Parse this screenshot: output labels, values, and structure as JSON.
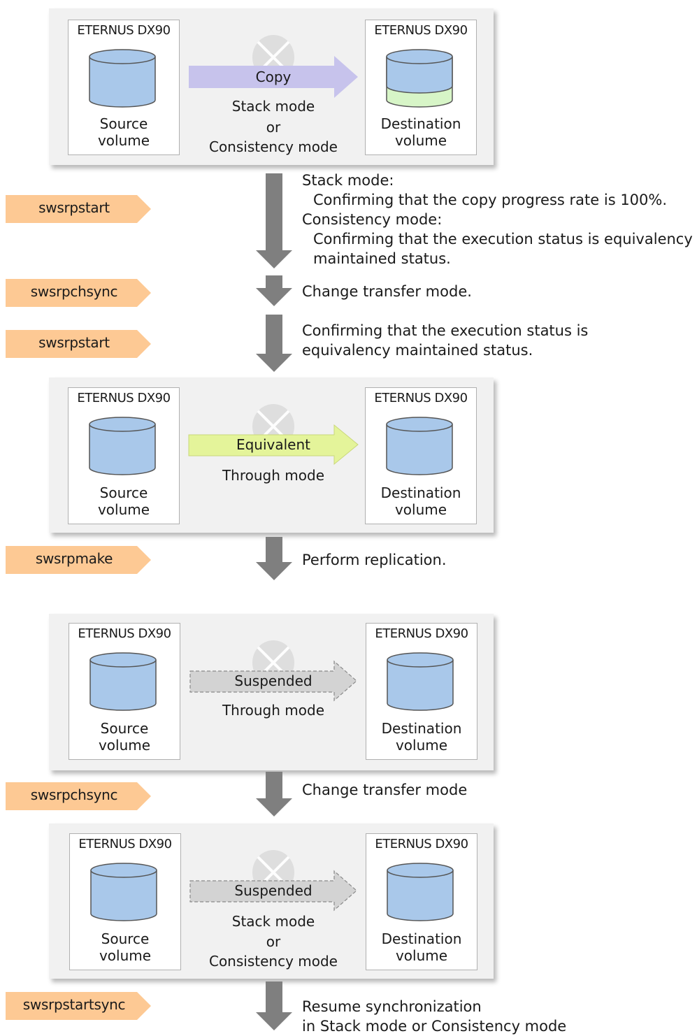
{
  "panels": [
    {
      "left_box": {
        "title": "ETERNUS DX90",
        "label_line1": "Source",
        "label_line2": "volume"
      },
      "right_box": {
        "title": "ETERNUS DX90",
        "label_line1": "Destination",
        "label_line2": "volume",
        "partial_fill": true
      },
      "arrow": {
        "label": "Copy",
        "style": "solid",
        "color": "#c7c3ec"
      },
      "mode_lines": [
        "Stack mode",
        "or",
        "Consistency mode"
      ]
    },
    {
      "left_box": {
        "title": "ETERNUS DX90",
        "label_line1": "Source",
        "label_line2": "volume"
      },
      "right_box": {
        "title": "ETERNUS DX90",
        "label_line1": "Destination",
        "label_line2": "volume"
      },
      "arrow": {
        "label": "Equivalent",
        "style": "solid",
        "color": "#e4f49a"
      },
      "mode_lines": [
        "Through mode"
      ]
    },
    {
      "left_box": {
        "title": "ETERNUS DX90",
        "label_line1": "Source",
        "label_line2": "volume"
      },
      "right_box": {
        "title": "ETERNUS DX90",
        "label_line1": "Destination",
        "label_line2": "volume"
      },
      "arrow": {
        "label": "Suspended",
        "style": "dashed",
        "color": "#d3d3d3"
      },
      "mode_lines": [
        "Through mode"
      ]
    },
    {
      "left_box": {
        "title": "ETERNUS DX90",
        "label_line1": "Source",
        "label_line2": "volume"
      },
      "right_box": {
        "title": "ETERNUS DX90",
        "label_line1": "Destination",
        "label_line2": "volume"
      },
      "arrow": {
        "label": "Suspended",
        "style": "dashed",
        "color": "#d3d3d3"
      },
      "mode_lines": [
        "Stack mode",
        "or",
        "Consistency mode"
      ]
    }
  ],
  "steps": [
    {
      "command": "swsrpstart",
      "text": [
        "Stack mode:",
        "Confirming that the copy progress rate is 100%.",
        "Consistency mode:",
        "Confirming that the execution status is equivalency",
        "maintained status."
      ]
    },
    {
      "command": "swsrpchsync",
      "text": [
        "Change transfer mode."
      ]
    },
    {
      "command": "swsrpstart",
      "text": [
        "Confirming that the execution status is",
        "equivalency maintained status."
      ]
    },
    {
      "command": "swsrpmake",
      "text": [
        "Perform replication."
      ]
    },
    {
      "command": "swsrpchsync",
      "text": [
        "Change transfer mode"
      ]
    },
    {
      "command": "swsrpstartsync",
      "text": [
        "Resume synchronization",
        "in Stack mode or Consistency mode"
      ]
    }
  ],
  "colors": {
    "tag": "#fdc994",
    "cylinder_fill": "#a9c8ea",
    "cylinder_partial": "#d7f5c7",
    "down_arrow": "#7f7f7f",
    "panel": "#f1f1f1"
  }
}
